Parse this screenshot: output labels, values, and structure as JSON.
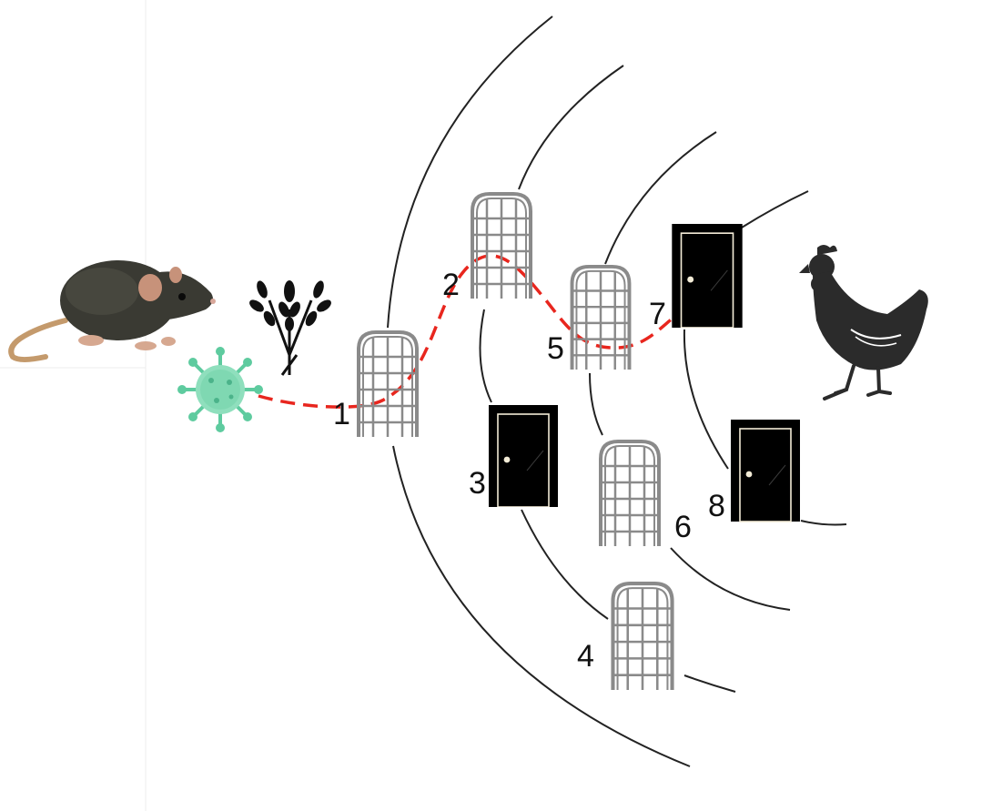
{
  "diagram": {
    "source": {
      "name": "rat",
      "icon": "rat-icon"
    },
    "pathogen": {
      "name": "virus",
      "icon": "virus-icon",
      "color": "#5ecb9f"
    },
    "feed": {
      "name": "grain",
      "icon": "wheat-icon"
    },
    "target": {
      "name": "chicken",
      "icon": "chicken-icon"
    },
    "pathway": {
      "color": "#e8261e",
      "style": "dashed",
      "through_barriers": [
        "1",
        "2",
        "5",
        "7"
      ]
    },
    "barriers": [
      {
        "label": "1",
        "kind": "mesh",
        "icon": "mesh-gate-icon"
      },
      {
        "label": "2",
        "kind": "mesh",
        "icon": "mesh-gate-icon"
      },
      {
        "label": "3",
        "kind": "door",
        "icon": "door-icon"
      },
      {
        "label": "4",
        "kind": "mesh",
        "icon": "mesh-gate-icon"
      },
      {
        "label": "5",
        "kind": "mesh",
        "icon": "mesh-gate-icon"
      },
      {
        "label": "6",
        "kind": "mesh",
        "icon": "mesh-gate-icon"
      },
      {
        "label": "7",
        "kind": "door",
        "icon": "door-icon"
      },
      {
        "label": "8",
        "kind": "door",
        "icon": "door-icon"
      }
    ],
    "colors": {
      "mesh": "#8a8a8a",
      "door": "#000000",
      "door_trim": "#f3ecd7",
      "arc": "#222222"
    }
  }
}
